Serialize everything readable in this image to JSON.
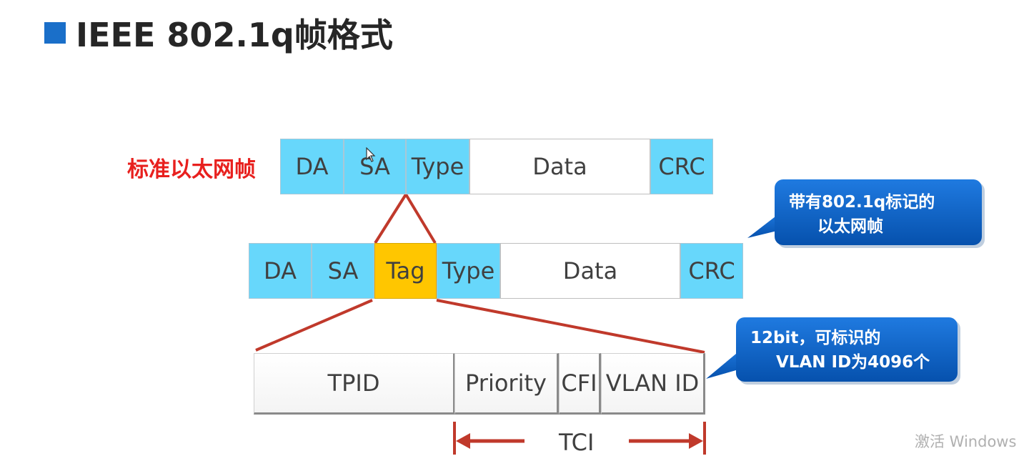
{
  "title": "IEEE 802.1q帧格式",
  "standard_frame": {
    "label": "标准以太网帧",
    "fields": {
      "da": "DA",
      "sa": "SA",
      "type": "Type",
      "data": "Data",
      "crc": "CRC"
    }
  },
  "tagged_frame": {
    "fields": {
      "da": "DA",
      "sa": "SA",
      "tag": "Tag",
      "type": "Type",
      "data": "Data",
      "crc": "CRC"
    }
  },
  "tag_fields": {
    "tpid": "TPID",
    "priority": "Priority",
    "cfi": "CFI",
    "vlan_id": "VLAN ID"
  },
  "tci_label": "TCI",
  "callouts": {
    "tagged": {
      "line1": "带有802.1q标记的",
      "line2": "以太网帧"
    },
    "vlan": {
      "line1": "12bit，可标识的",
      "line2": "VLAN ID为4096个"
    }
  },
  "watermark": "激活 Windows",
  "colors": {
    "title_square": "#1a6fc9",
    "field_blue": "#67d7fb",
    "tag_orange": "#ffc600",
    "connector_red": "#c0392b",
    "label_red": "#e8201e",
    "callout_blue": "#0a5fc2"
  }
}
